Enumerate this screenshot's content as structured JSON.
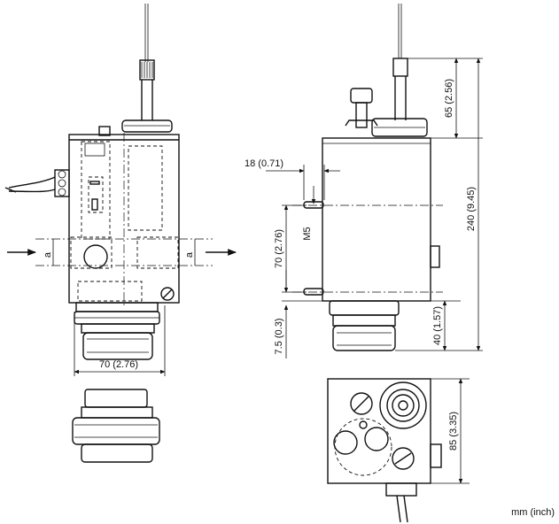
{
  "dimensions": {
    "width_front": "70 (2.76)",
    "width_side": "70 (2.76)",
    "offset_top": "18 (0.71)",
    "port_label": "a",
    "thread": "M5",
    "dim_65": "65 (2.56)",
    "dim_240": "240 (9.45)",
    "dim_40": "40 (1.57)",
    "dim_7_5": "7.5 (0.3)",
    "dim_85": "85 (3.35)"
  },
  "units_note": "mm (inch)"
}
